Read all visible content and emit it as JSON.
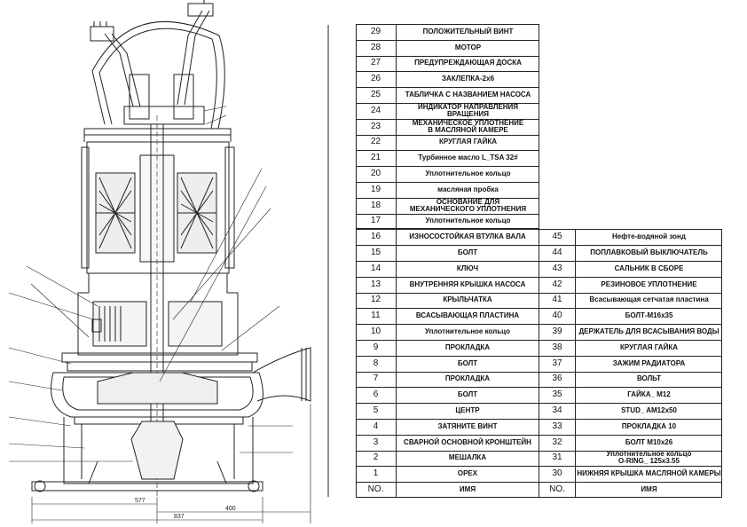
{
  "dimensions": {
    "d577": "577",
    "d400": "400",
    "d837": "837"
  },
  "parts_left": [
    {
      "no": "29",
      "name": "ПОЛОЖИТЕЛЬНЫЙ ВИНТ"
    },
    {
      "no": "28",
      "name": "МОТОР"
    },
    {
      "no": "27",
      "name": "ПРЕДУПРЕЖДАЮЩАЯ ДОСКА"
    },
    {
      "no": "26",
      "name": "ЗАКЛЕПКА-2х6"
    },
    {
      "no": "25",
      "name": "ТАБЛИЧКА С НАЗВАНИЕМ НАСОСА"
    },
    {
      "no": "24",
      "name": "ИНДИКАТОР НАПРАВЛЕНИЯ ВРАЩЕНИЯ"
    },
    {
      "no": "23",
      "name": "МЕХАНИЧЕСКОЕ УПЛОТНЕНИЕ\nВ МАСЛЯНОЙ КАМЕРЕ"
    },
    {
      "no": "22",
      "name": "КРУГЛАЯ ГАЙКА"
    },
    {
      "no": "21",
      "name": "Турбинное масло L_TSA 32#"
    },
    {
      "no": "20",
      "name": "Уплотнительное кольцо"
    },
    {
      "no": "19",
      "name": "масляная пробка"
    },
    {
      "no": "18",
      "name": "ОСНОВАНИЕ ДЛЯ\nМЕХАНИЧЕСКОГО УПЛОТНЕНИЯ"
    },
    {
      "no": "17",
      "name": "Уплотнительное кольцо"
    },
    {
      "no": "16",
      "name": "ИЗНОСОСТОЙКАЯ ВТУЛКА ВАЛА"
    },
    {
      "no": "15",
      "name": "БОЛТ"
    },
    {
      "no": "14",
      "name": "КЛЮЧ"
    },
    {
      "no": "13",
      "name": "ВНУТРЕННЯЯ КРЫШКА НАСОСА"
    },
    {
      "no": "12",
      "name": "КРЫЛЬЧАТКА"
    },
    {
      "no": "11",
      "name": "ВСАСЫВАЮЩАЯ ПЛАСТИНА"
    },
    {
      "no": "10",
      "name": "Уплотнительное кольцо"
    },
    {
      "no": "9",
      "name": "ПРОКЛАДКА"
    },
    {
      "no": "8",
      "name": "БОЛТ"
    },
    {
      "no": "7",
      "name": "ПРОКЛАДКА"
    },
    {
      "no": "6",
      "name": "БОЛТ"
    },
    {
      "no": "5",
      "name": "ЦЕНТР"
    },
    {
      "no": "4",
      "name": "ЗАТЯНИТЕ ВИНТ"
    },
    {
      "no": "3",
      "name": "СВАРНОЙ ОСНОВНОЙ КРОНШТЕЙН"
    },
    {
      "no": "2",
      "name": "МЕШАЛКА"
    },
    {
      "no": "1",
      "name": "ОРЕХ"
    },
    {
      "no": "NO.",
      "name": "ИМЯ"
    }
  ],
  "parts_right": [
    {
      "no": "45",
      "name": "Нефте-водяной зонд"
    },
    {
      "no": "44",
      "name": "ПОПЛАВКОВЫЙ ВЫКЛЮЧАТЕЛЬ"
    },
    {
      "no": "43",
      "name": "САЛЬНИК В СБОРЕ"
    },
    {
      "no": "42",
      "name": "РЕЗИНОВОЕ УПЛОТНЕНИЕ"
    },
    {
      "no": "41",
      "name": "Всасывающая сетчатая пластина"
    },
    {
      "no": "40",
      "name": "БОЛТ-M16x35"
    },
    {
      "no": "39",
      "name": "ДЕРЖАТЕЛЬ ДЛЯ ВСАСЫВАНИЯ ВОДЫ"
    },
    {
      "no": "38",
      "name": "КРУГЛАЯ ГАЙКА"
    },
    {
      "no": "37",
      "name": "ЗАЖИМ РАДИАТОРА"
    },
    {
      "no": "36",
      "name": "ВОЛЬТ"
    },
    {
      "no": "35",
      "name": "ГАЙКА_ M12"
    },
    {
      "no": "34",
      "name": "STUD_ AM12x50"
    },
    {
      "no": "33",
      "name": "ПРОКЛАДКА 10"
    },
    {
      "no": "32",
      "name": "БОЛТ M10x26"
    },
    {
      "no": "31",
      "name": "Уплотнительное кольцо\nO-RING_ 125x3.55"
    },
    {
      "no": "30",
      "name": "НИЖНЯЯ КРЫШКА МАСЛЯНОЙ КАМЕРЫ"
    },
    {
      "no": "NO.",
      "name": "ИМЯ"
    }
  ]
}
